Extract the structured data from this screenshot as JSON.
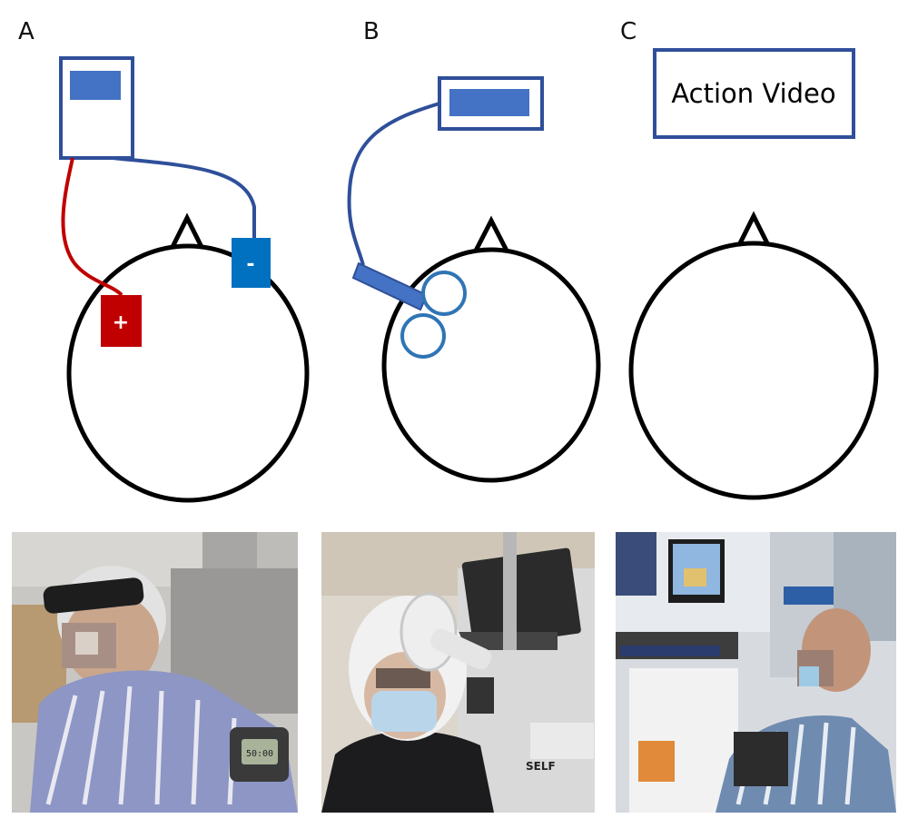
{
  "panels": {
    "a": {
      "label": "A",
      "anode_sign": "+",
      "cathode_sign": "-"
    },
    "b": {
      "label": "B"
    },
    "c": {
      "label": "C",
      "box_text": "Action Video"
    }
  },
  "photos": {
    "a": {
      "watch_text": "50:00"
    },
    "b": {
      "machine_text": "SELF"
    }
  },
  "colors": {
    "outline": "#000000",
    "device_border": "#2f4f9a",
    "device_fill": "#4472c4",
    "anode": "#c00000",
    "cathode": "#0070c0",
    "coil": "#2f75b5"
  }
}
